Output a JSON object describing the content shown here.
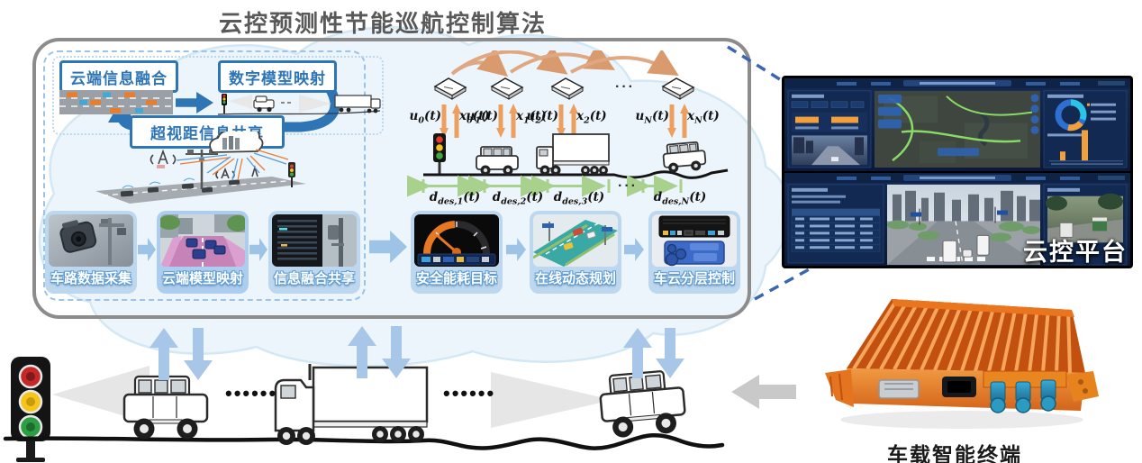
{
  "title": "云控预测性节能巡航控制算法",
  "fusion": {
    "cloud_fusion_label": "云端信息融合",
    "digital_mapping_label": "数字模型映射",
    "beyond_sight_label": "超视距信息共享"
  },
  "pipeline": {
    "left": [
      {
        "label": "车路数据采集"
      },
      {
        "label": "云端模型映射"
      },
      {
        "label": "信息融合共享"
      }
    ],
    "right": [
      {
        "label": "安全能耗目标"
      },
      {
        "label": "在线动态规划"
      },
      {
        "label": "车云分层控制"
      }
    ]
  },
  "platoon": {
    "nodes": [
      {
        "u_pre": "u",
        "u_sub": "0",
        "u_post": "(t)",
        "x_pre": "x",
        "x_sub": "0",
        "x_post": "(t)"
      },
      {
        "u_pre": "u",
        "u_sub": "1",
        "u_post": "(t)",
        "x_pre": "x",
        "x_sub": "1",
        "x_post": "(t)"
      },
      {
        "u_pre": "u",
        "u_sub": "2",
        "u_post": "(t)",
        "x_pre": "x",
        "x_sub": "2",
        "x_post": "(t)"
      },
      {
        "u_pre": "u",
        "u_sub": "N",
        "u_post": "(t)",
        "x_pre": "x",
        "x_sub": "N",
        "x_post": "(t)"
      }
    ],
    "top_ellipsis": "···",
    "distances": [
      {
        "pre": "d",
        "sub": "des,1",
        "post": "(t)"
      },
      {
        "pre": "d",
        "sub": "des,2",
        "post": "(t)"
      },
      {
        "pre": "d",
        "sub": "des,3",
        "post": "(t)"
      },
      {
        "pre": "d",
        "sub": "des,N",
        "post": "(t)"
      }
    ],
    "distance_ellipsis": "···"
  },
  "platform": {
    "label": "云控平台"
  },
  "terminal": {
    "label": "车载智能终端"
  },
  "road_scene": {
    "gap_dots_1": "••••••",
    "gap_dots_2": "••••••"
  },
  "colors": {
    "accent_blue": "#2E75B6",
    "light_blue": "#9DC3E6",
    "card_bg": "#BDD7EE",
    "signal_orange": "#EC9F5E",
    "distance_green": "#A9D18E",
    "terminal_orange": "#E06A1F",
    "platform_navy": "#0C1E42"
  }
}
